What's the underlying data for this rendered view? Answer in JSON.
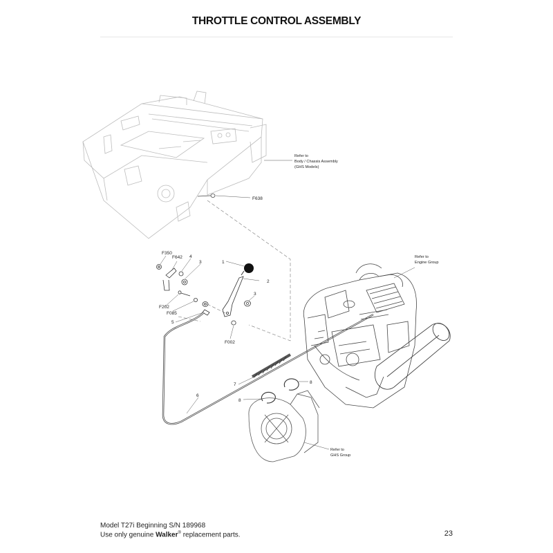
{
  "page": {
    "title": "THROTTLE CONTROL ASSEMBLY",
    "page_number": "23"
  },
  "footer": {
    "model_line": "Model T27i Beginning S/N 189968",
    "parts_prefix": "Use only genuine",
    "brand": "Walker",
    "registered_mark": "®",
    "parts_suffix": "replacement parts."
  },
  "references": {
    "body_chassis": [
      "Refer to",
      "Body / Chassis Assembly",
      "(GHS Models)"
    ],
    "engine_group": [
      "Refer to",
      "Engine Group"
    ],
    "ghs_group": [
      "Refer to",
      "GHS Group"
    ]
  },
  "callouts": {
    "f638": "F638",
    "f350": "F350",
    "f642": "F642",
    "item4": "4",
    "item3a": "3",
    "item1": "1",
    "item2": "2",
    "item3b": "3",
    "f202": "F202",
    "f085": "F085",
    "item5": "5",
    "f002": "F002",
    "item7": "7",
    "item8a": "8",
    "item8b": "8",
    "item6": "6"
  },
  "colors": {
    "line": "#333333",
    "faded_line": "#b5b5b5",
    "knob": "#111111"
  }
}
